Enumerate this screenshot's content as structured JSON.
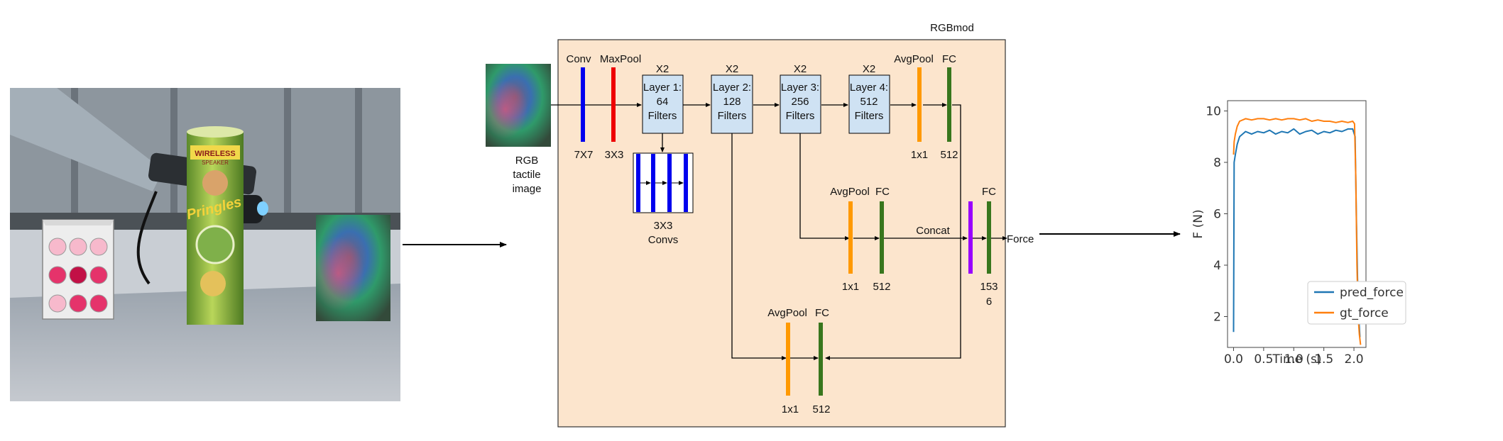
{
  "photo": {
    "label_brand": "Pringles",
    "label_top": "WIRELESS",
    "label_sub": "SPEAKER"
  },
  "tactile_input": {
    "label_lines": [
      "RGB",
      "tactile",
      "image"
    ]
  },
  "network": {
    "title": "RGBmod",
    "conv": {
      "name": "Conv",
      "size": "7X7"
    },
    "maxpool": {
      "name": "MaxPool",
      "size": "3X3"
    },
    "layers": [
      {
        "repeat": "X2",
        "lines": [
          "Layer 1:",
          "64",
          "Filters"
        ]
      },
      {
        "repeat": "X2",
        "lines": [
          "Layer 2:",
          "128",
          "Filters"
        ]
      },
      {
        "repeat": "X2",
        "lines": [
          "Layer 3:",
          "256",
          "Filters"
        ]
      },
      {
        "repeat": "X2",
        "lines": [
          "Layer 4:",
          "512",
          "Filters"
        ]
      }
    ],
    "convs_block": {
      "lines": [
        "3X3",
        "Convs"
      ]
    },
    "branch_top": {
      "avgpool": "AvgPool",
      "avgpool_size": "1x1",
      "fc": "FC",
      "fc_size": "512"
    },
    "branch_mid": {
      "avgpool": "AvgPool",
      "avgpool_size": "1x1",
      "fc": "FC",
      "fc_size": "512"
    },
    "branch_low": {
      "avgpool": "AvgPool",
      "avgpool_size": "1x1",
      "fc": "FC",
      "fc_size": "512"
    },
    "concat": "Concat",
    "final_fc": {
      "name": "FC",
      "size_lines": [
        "153",
        "6"
      ]
    },
    "output": "Force"
  },
  "colors": {
    "panel_fill": "#fce5cd",
    "layer_fill": "#cfe2f3",
    "conv_blue": "#0000ee",
    "maxpool_red": "#ee0000",
    "avgpool_orange": "#ff9900",
    "fc_green": "#38761d",
    "concat_purple": "#9900ff",
    "pred_color": "#1f77b4",
    "gt_color": "#ff7f0e"
  },
  "chart_data": {
    "type": "line",
    "xlabel": "Time (s)",
    "ylabel": "F (N)",
    "xlim": [
      -0.1,
      2.2
    ],
    "ylim": [
      0.8,
      10.4
    ],
    "xticks": [
      "0.0",
      "0.5",
      "1.0",
      "1.5",
      "2.0"
    ],
    "yticks": [
      "2",
      "4",
      "6",
      "8",
      "10"
    ],
    "legend_position": "lower-center",
    "series": [
      {
        "name": "pred_force",
        "color": "#1f77b4",
        "x": [
          0.0,
          0.01,
          0.03,
          0.06,
          0.1,
          0.2,
          0.3,
          0.4,
          0.5,
          0.6,
          0.7,
          0.8,
          0.9,
          1.0,
          1.1,
          1.2,
          1.3,
          1.4,
          1.5,
          1.6,
          1.7,
          1.8,
          1.9,
          1.98,
          2.02,
          2.04,
          2.06,
          2.08,
          2.1
        ],
        "y": [
          1.4,
          8.0,
          8.3,
          8.7,
          9.0,
          9.2,
          9.1,
          9.2,
          9.15,
          9.25,
          9.1,
          9.2,
          9.15,
          9.3,
          9.1,
          9.2,
          9.25,
          9.1,
          9.2,
          9.15,
          9.25,
          9.2,
          9.3,
          9.3,
          9.0,
          6.0,
          3.5,
          2.0,
          1.2
        ]
      },
      {
        "name": "gt_force",
        "color": "#ff7f0e",
        "x": [
          0.0,
          0.01,
          0.03,
          0.06,
          0.1,
          0.2,
          0.3,
          0.4,
          0.5,
          0.6,
          0.7,
          0.8,
          0.9,
          1.0,
          1.1,
          1.2,
          1.3,
          1.4,
          1.5,
          1.6,
          1.7,
          1.8,
          1.9,
          1.98,
          2.01,
          2.03,
          2.05,
          2.07,
          2.09,
          2.11
        ],
        "y": [
          8.3,
          8.8,
          9.1,
          9.4,
          9.6,
          9.7,
          9.65,
          9.7,
          9.7,
          9.65,
          9.7,
          9.65,
          9.7,
          9.7,
          9.65,
          9.7,
          9.6,
          9.65,
          9.6,
          9.6,
          9.55,
          9.6,
          9.55,
          9.6,
          9.5,
          7.5,
          4.0,
          2.0,
          1.3,
          0.9
        ]
      }
    ]
  }
}
